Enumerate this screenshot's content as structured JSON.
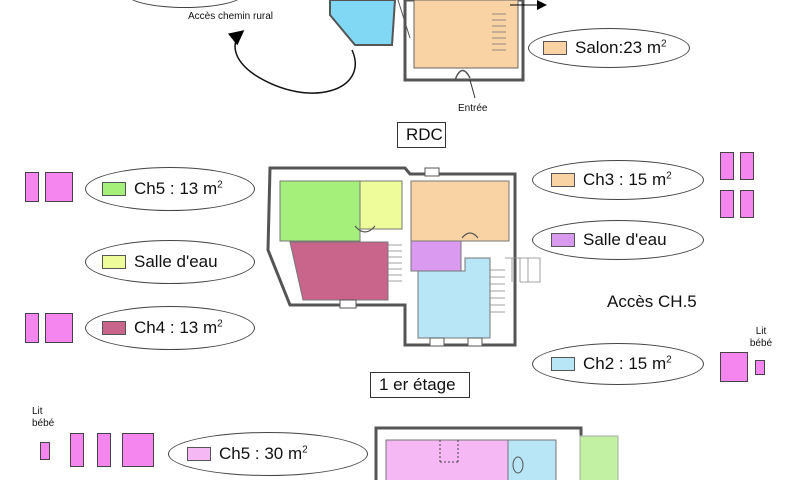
{
  "top": {
    "access_label": "Accès chemin rural",
    "entrance_label": "Entrée",
    "salon_legend": {
      "label": "Salon:23 m",
      "sup": "2",
      "color": "#f9d3a3"
    }
  },
  "levels": {
    "rdc": "RDC",
    "first": "1 er étage"
  },
  "first_floor": {
    "ch5": {
      "label": "Ch5 : 13 m",
      "sup": "2",
      "color": "#a4f07a"
    },
    "salle_eau_left": {
      "label": "Salle d'eau",
      "color": "#eefc9a"
    },
    "ch4": {
      "label": "Ch4 : 13 m",
      "sup": "2",
      "color": "#c9648a"
    },
    "ch3": {
      "label": "Ch3 : 15 m",
      "sup": "2",
      "color": "#f9d3a3"
    },
    "salle_eau_right": {
      "label": "Salle d'eau",
      "color": "#d99af0"
    },
    "ch2": {
      "label": "Ch2 : 15 m",
      "sup": "2",
      "color": "#b8e6f7"
    },
    "access_ch5": "Accès CH.5",
    "lit_bebe": "Lit bébé"
  },
  "second_floor": {
    "lit_bebe": "Lit bébé",
    "ch5": {
      "label": "Ch5 : 30 m",
      "sup": "2",
      "color": "#f6b8f4"
    }
  },
  "colors": {
    "bed": "#f585ef",
    "pool": "#7fdcf5",
    "wall": "#555555"
  }
}
